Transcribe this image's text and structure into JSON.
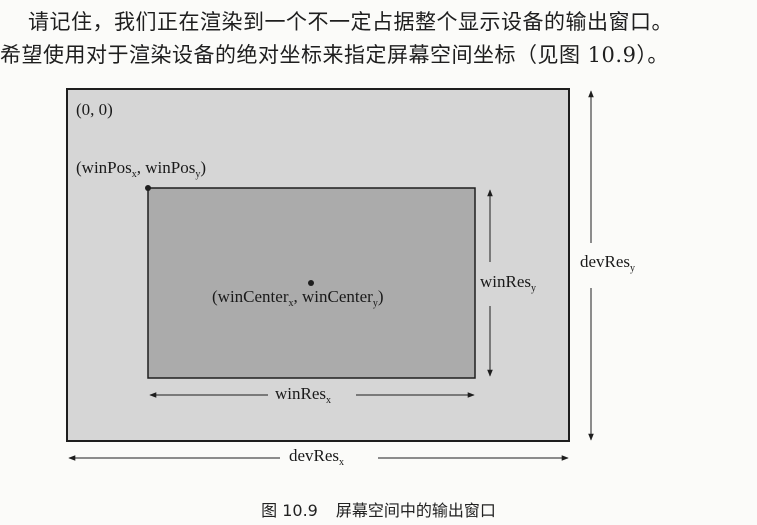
{
  "text": {
    "line1": "请记住，我们正在渲染到一个不一定占据整个显示设备的输出窗口。",
    "line2": "希望使用对于渲染设备的绝对坐标来指定屏幕空间坐标（见图 10.9）。"
  },
  "figure": {
    "origin": "(0, 0)",
    "winpos": {
      "a": "(winPos",
      "a_sub": "x",
      "sep": ", winPos",
      "b_sub": "y",
      "end": ")"
    },
    "wincenter": {
      "a": "(winCenter",
      "a_sub": "x",
      "sep": ", winCenter",
      "b_sub": "y",
      "end": ")"
    },
    "winres_x": {
      "base": "winRes",
      "sub": "x"
    },
    "winres_y": {
      "base": "winRes",
      "sub": "y"
    },
    "devres_x": {
      "base": "devRes",
      "sub": "x"
    },
    "devres_y": {
      "base": "devRes",
      "sub": "y"
    }
  },
  "caption": {
    "number": "图 10.9",
    "title": "屏幕空间中的输出窗口"
  },
  "colors": {
    "device": "#d6d6d6",
    "window": "#ababab",
    "ink": "#1e1e1e"
  }
}
